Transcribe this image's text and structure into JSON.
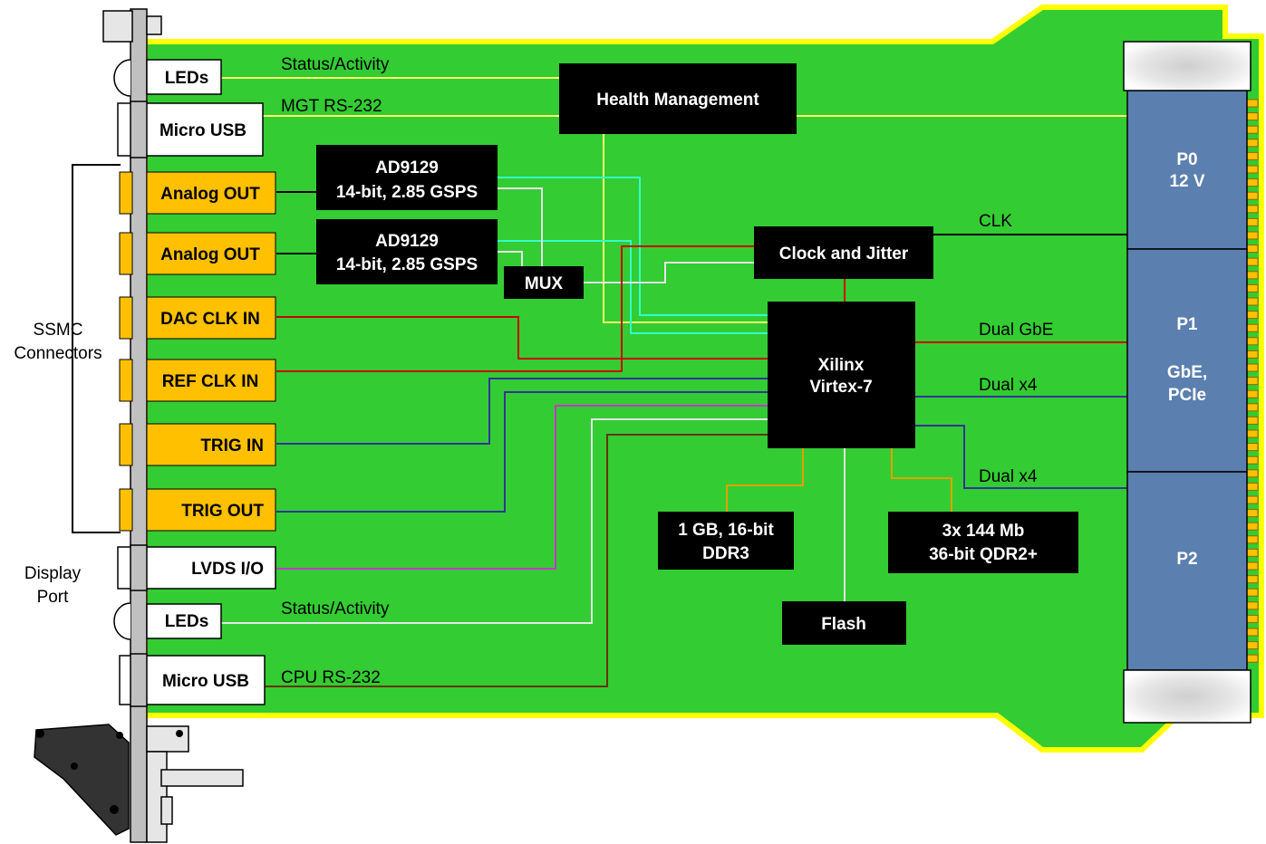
{
  "side_labels": {
    "ssmc_line1": "SSMC",
    "ssmc_line2": "Connectors",
    "display_line1": "Display",
    "display_line2": "Port"
  },
  "connectors": {
    "leds_top": "LEDs",
    "micro_usb_top": "Micro USB",
    "analog_out_1": "Analog OUT",
    "analog_out_2": "Analog OUT",
    "dac_clk_in": "DAC CLK IN",
    "ref_clk_in": "REF CLK IN",
    "trig_in": "TRIG IN",
    "trig_out": "TRIG OUT",
    "lvds_io": "LVDS I/O",
    "leds_bottom": "LEDs",
    "micro_usb_bottom": "Micro USB"
  },
  "blocks": {
    "health_management": "Health Management",
    "dac1_line1": "AD9129",
    "dac1_line2": "14-bit, 2.85 GSPS",
    "dac2_line1": "AD9129",
    "dac2_line2": "14-bit, 2.85 GSPS",
    "mux": "MUX",
    "clock_jitter": "Clock and Jitter",
    "fpga_line1": "Xilinx",
    "fpga_line2": "Virtex-7",
    "ddr3_line1": "1 GB, 16-bit",
    "ddr3_line2": "DDR3",
    "qdr_line1": "3x 144 Mb",
    "qdr_line2": "36-bit QDR2+",
    "flash": "Flash"
  },
  "backplane": {
    "p0_line1": "P0",
    "p0_line2": "12 V",
    "p1_line1": "P1",
    "p1_line2": "GbE,",
    "p1_line3": "PCIe",
    "p2": "P2"
  },
  "wire_labels": {
    "status_activity_top": "Status/Activity",
    "mgt_rs232": "MGT RS-232",
    "clk": "CLK",
    "dual_gbe": "Dual GbE",
    "dual_x4_p1": "Dual x4",
    "dual_x4_p2": "Dual x4",
    "status_activity_bottom": "Status/Activity",
    "cpu_rs232": "CPU RS-232"
  },
  "colors": {
    "board": "#33cc33",
    "board_edge": "#ffff00",
    "connector_orange": "#ffc000",
    "block_black": "#000000",
    "backplane_blue": "#5b7fae",
    "wire_yellow": "#ffff66",
    "wire_cyan": "#33ffcc",
    "wire_red": "#cc0000",
    "wire_blue": "#333399",
    "wire_purple": "#cc33cc",
    "wire_white": "#e6e6e6",
    "wire_brown": "#663300",
    "wire_orange": "#e6a000",
    "wire_black": "#000000"
  }
}
